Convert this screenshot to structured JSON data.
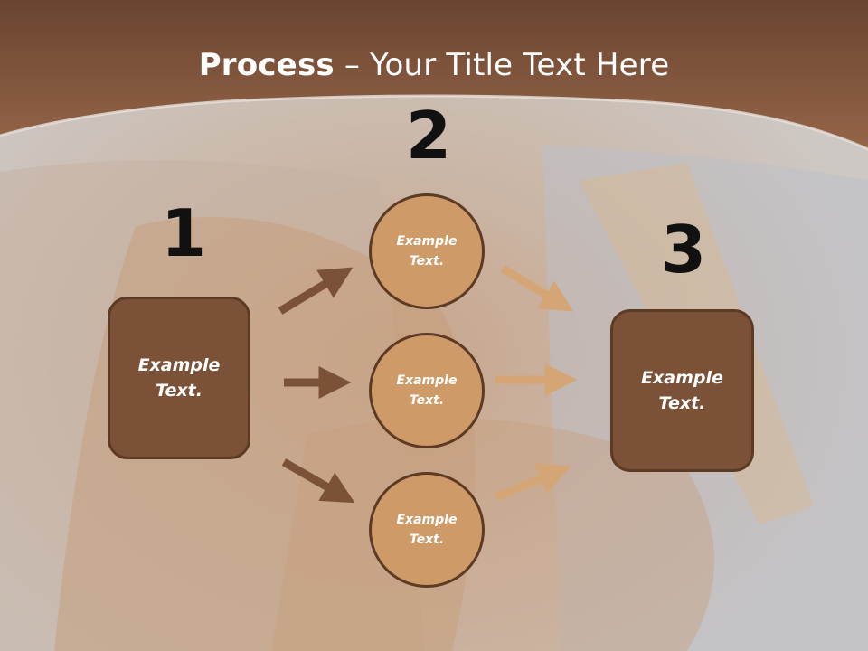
{
  "title": {
    "bold": "Process",
    "rest": " – Your Title Text Here"
  },
  "steps": [
    {
      "number": "1",
      "text": "Example Text."
    },
    {
      "number": "2",
      "items": [
        "Example Text.",
        "Example Text.",
        "Example Text."
      ]
    },
    {
      "number": "3",
      "text": "Example Text."
    }
  ],
  "colors": {
    "header": "#7a4e35",
    "box": "#7b5238",
    "circle": "#cd9a68",
    "arrow_dark": "#7b5238",
    "arrow_light": "#d4a676"
  }
}
